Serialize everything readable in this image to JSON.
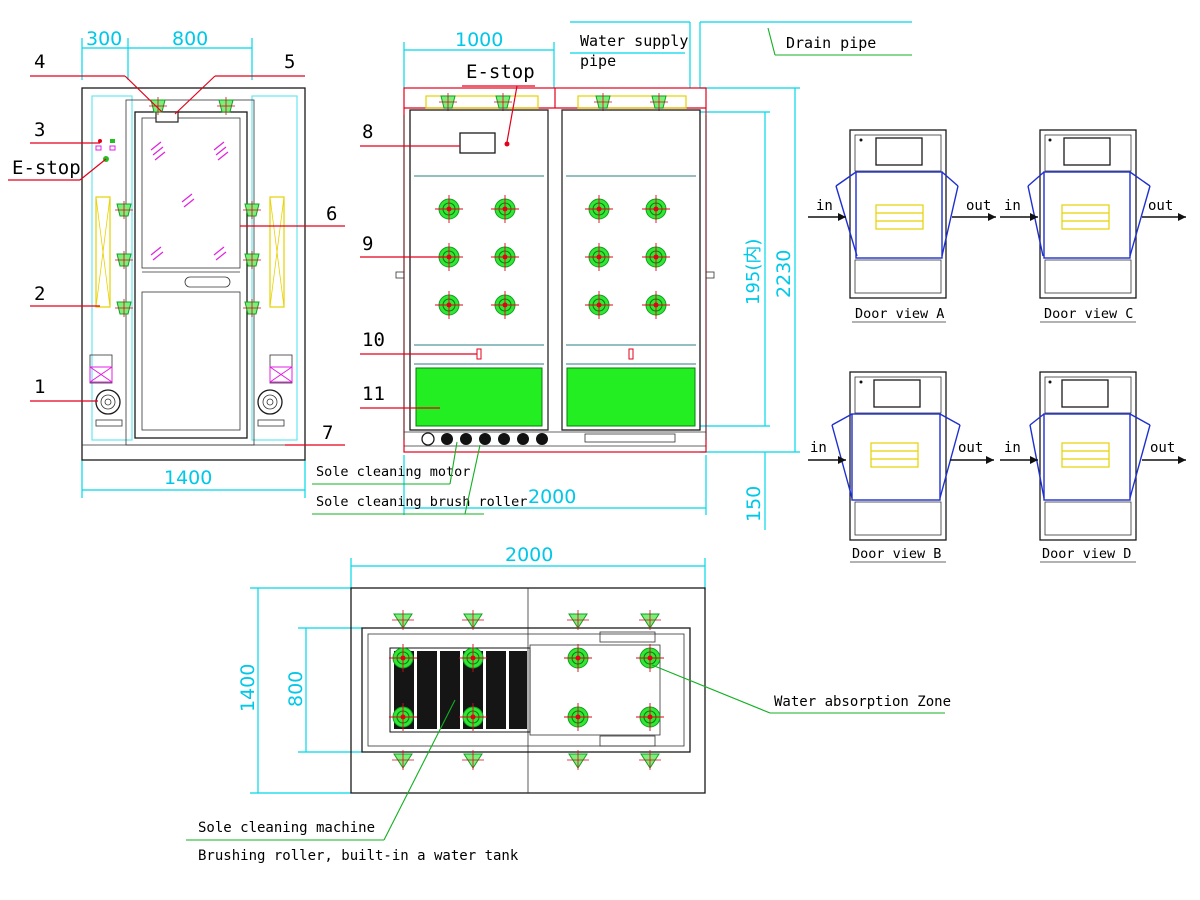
{
  "front_view": {
    "dims": {
      "top_left": "300",
      "top_center": "800",
      "bottom": "1400"
    },
    "callouts": [
      "4",
      "5",
      "3",
      "2",
      "1",
      "6",
      "7"
    ],
    "estop": "E-stop"
  },
  "side_view": {
    "dims": {
      "top": "1000",
      "bottom": "2000",
      "height_total": "2230",
      "height_inner": "195(内)",
      "base": "150"
    },
    "callouts": [
      "8",
      "9",
      "10",
      "11"
    ],
    "estop": "E-stop",
    "water_supply_pipe": [
      "Water supply",
      "pipe"
    ],
    "drain_pipe": "Drain pipe",
    "sole_cleaning_motor": "Sole cleaning motor",
    "sole_cleaning_brush_roller": "Sole cleaning brush roller"
  },
  "door_views": [
    {
      "label": "Door view A",
      "in": "in",
      "out": "out"
    },
    {
      "label": "Door view C",
      "in": "in",
      "out": "out"
    },
    {
      "label": "Door view B",
      "in": "in",
      "out": "out"
    },
    {
      "label": "Door view D",
      "in": "in",
      "out": "out"
    }
  ],
  "plan_view": {
    "dims": {
      "width": "2000",
      "depth_outer": "1400",
      "depth_inner": "800"
    },
    "water_absorption_zone": "Water absorption Zone",
    "sole_cleaning_machine": "Sole cleaning machine",
    "brushing_roller": "Brushing roller, built-in a water tank"
  },
  "colors": {
    "dimension": "#00c8e8",
    "callout_line": "#e3001b",
    "nozzle": "#10b020",
    "door": "#1e2fd0",
    "lamp": "#e6d200",
    "leader": "#1fb21f"
  }
}
